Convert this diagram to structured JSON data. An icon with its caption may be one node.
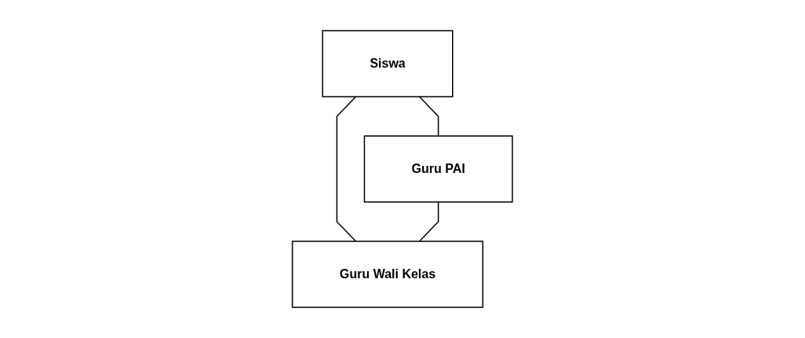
{
  "diagram": {
    "nodes": [
      {
        "text": [
          "Siswa"
        ]
      },
      {
        "text": [
          "Guru PAI"
        ]
      },
      {
        "text": [
          "Guru Wali Kelas"
        ]
      }
    ],
    "edges": [
      {
        "from": 0,
        "to": 1,
        "arrow": "none"
      },
      {
        "from": 0,
        "to": 2,
        "arrow": "none"
      },
      {
        "from": 1,
        "to": 2,
        "arrow": "none"
      }
    ]
  }
}
